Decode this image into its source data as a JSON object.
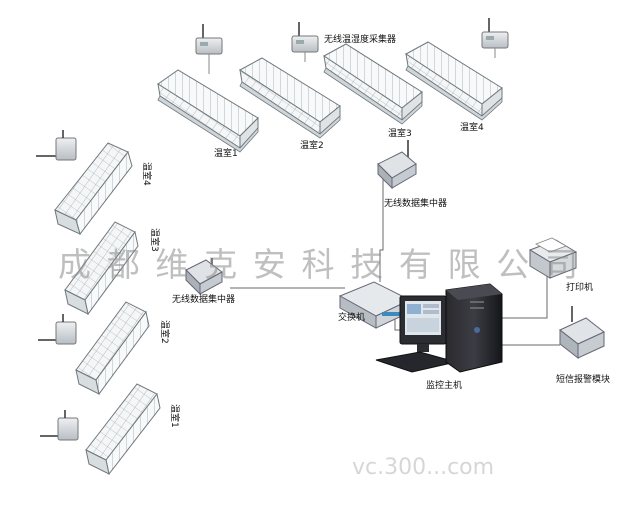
{
  "top_row": {
    "sensor_label": "无线温湿度采集器",
    "greenhouses": [
      "温室1",
      "温室2",
      "温室3",
      "温室4"
    ]
  },
  "left_column": {
    "greenhouses": [
      "温室4",
      "温室3",
      "温室2",
      "温室1"
    ]
  },
  "nodes": {
    "concentrator_top": "无线数据集中器",
    "concentrator_left": "无线数据集中器",
    "switch": "交换机",
    "host": "监控主机",
    "printer": "打印机",
    "sms_module": "短信报警模块"
  },
  "watermarks": {
    "company": "成都维克安科技有限公司",
    "site": "vc.300...com"
  },
  "colors": {
    "line": "#6a6a6a",
    "label": "#111111",
    "watermark": "#8a8a8a"
  }
}
